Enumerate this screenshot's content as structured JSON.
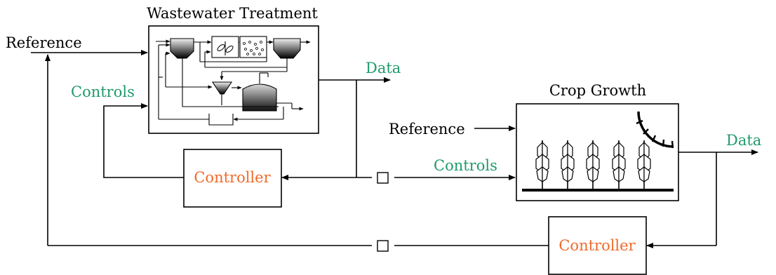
{
  "wastewater": {
    "title": "Wastewater Treatment",
    "reference": "Reference",
    "controls": "Controls",
    "data": "Data",
    "controller": "Controller"
  },
  "crop": {
    "title": "Crop Growth",
    "reference": "Reference",
    "controls": "Controls",
    "data": "Data",
    "controller": "Controller"
  },
  "colors": {
    "signal_label": "#1f9a6b",
    "controller_label": "#f06a2a",
    "line": "#000000"
  }
}
